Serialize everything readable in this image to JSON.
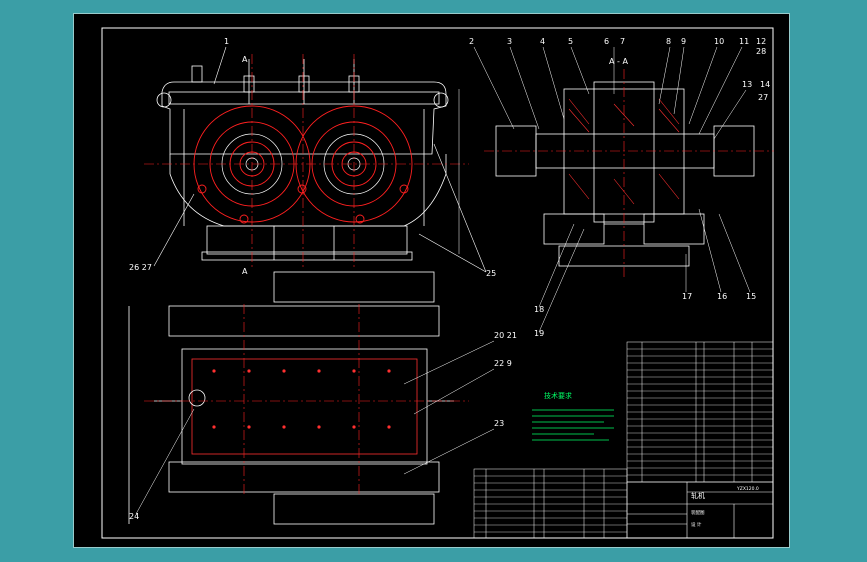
{
  "drawing": {
    "section_label": "A - A",
    "section_mark": "A",
    "part_numbers": {
      "p1": "1",
      "p2": "2",
      "p3": "3",
      "p4": "4",
      "p5": "5",
      "p6": "6",
      "p7": "7",
      "p8": "8",
      "p9": "9",
      "p10": "10",
      "p11": "11",
      "p12": "12",
      "p13": "13",
      "p14": "14",
      "p15": "15",
      "p16": "16",
      "p17": "17",
      "p18": "18",
      "p19": "19",
      "p20_21": "20  21",
      "p22_9": "22  9",
      "p23": "23",
      "p24": "24",
      "p25": "25",
      "p26_27": "26  27",
      "p28": "28",
      "p27b": "27"
    },
    "tech_title": "技术要求",
    "title_block_name": "轧机",
    "title_block_code": "YZX120.0",
    "title_block_scale_label": "装配图",
    "title_block_sub": "设  计"
  },
  "colors": {
    "background": "#000000",
    "frame": "#ffffff",
    "center_lines": "#ff2020",
    "outline": "#ffffff",
    "hatch": "#ff3030",
    "leader": "#ffffff",
    "notes": "#00ff66",
    "viewport": "#3b9ea6"
  }
}
